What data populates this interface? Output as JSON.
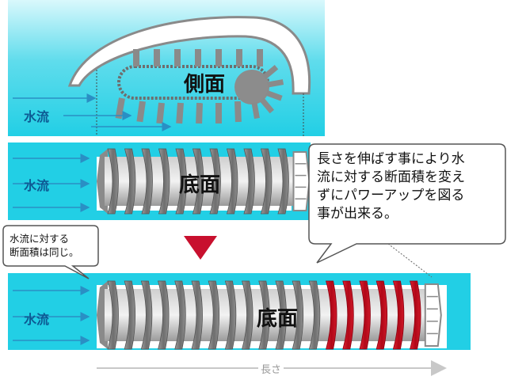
{
  "panels": {
    "side_title": "側面",
    "bottom_title_top": "底面",
    "bottom_title_lower": "底面",
    "water_flow_label": "水流"
  },
  "callouts": {
    "main": [
      "長さを伸ばす事により水",
      "流に対する断面積を変え",
      "ずにパワーアップを図る",
      "事が出来る。"
    ],
    "small": [
      "水流に対する",
      "断面積は同じ。"
    ]
  },
  "length_label": "長さ",
  "colors": {
    "water": "#27d3e8",
    "water_light": "#7fe6f2",
    "accent_red": "#cc1020",
    "arrow_down": "#c8102e",
    "fin_gray": "#8a8a8a"
  }
}
